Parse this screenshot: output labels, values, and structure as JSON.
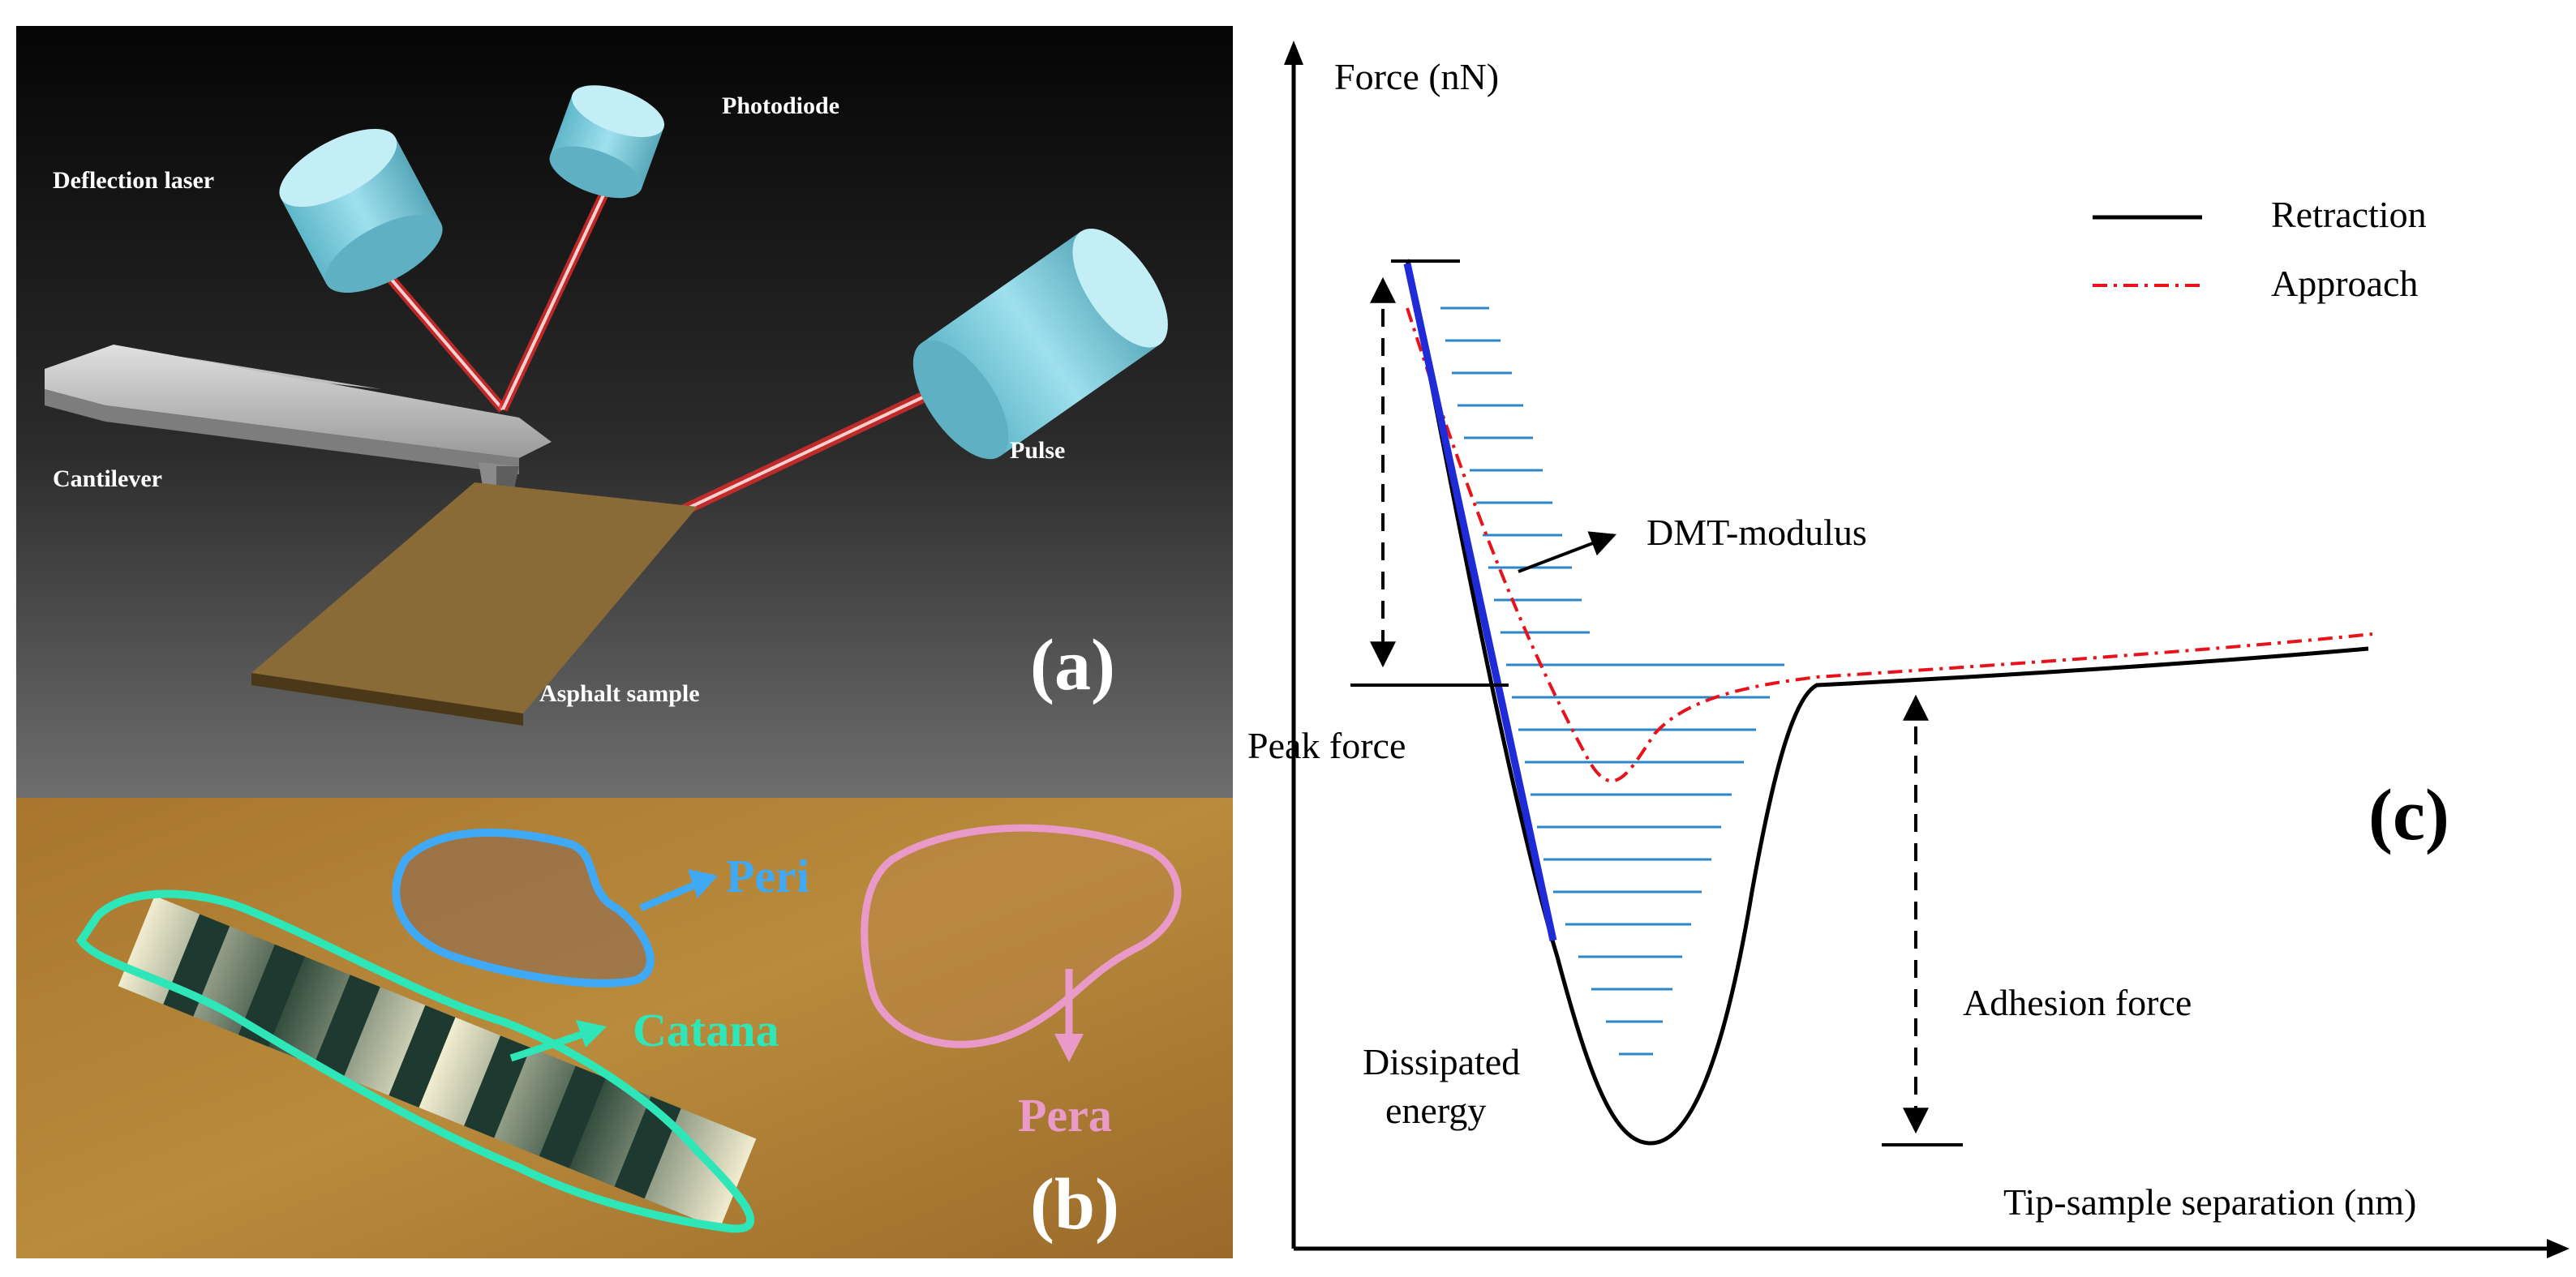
{
  "panel_a": {
    "labels": {
      "deflection_laser": "Deflection laser",
      "photodiode": "Photodiode",
      "cantilever": "Cantilever",
      "pulse": "Pulse",
      "asphalt_sample": "Asphalt sample"
    },
    "panel_label": "(a)"
  },
  "panel_b": {
    "labels": {
      "peri": "Peri",
      "catana": "Catana",
      "pera": "Pera"
    },
    "colors": {
      "peri": "#3fa9f5",
      "catana": "#2ee6b8",
      "pera": "#e99ac8"
    },
    "panel_label": "(b)"
  },
  "panel_c": {
    "axis": {
      "y_label": "Force (nN)",
      "x_label": "Tip-sample separation (nm)"
    },
    "legend": [
      {
        "label": "Retraction",
        "style": "solid",
        "color": "#000000"
      },
      {
        "label": "Approach",
        "style": "dash-dot",
        "color": "#e8121b"
      }
    ],
    "annotations": {
      "dmt_modulus": "DMT-modulus",
      "peak_force": "Peak force",
      "adhesion_force": "Adhesion force",
      "dissipated_line1": "Dissipated",
      "dissipated_line2": "energy"
    },
    "colors": {
      "retraction": "#000000",
      "approach": "#e8121b",
      "modulus_fit": "#1f2bd6",
      "hatch": "#2b86c8"
    },
    "panel_label": "(c)"
  }
}
